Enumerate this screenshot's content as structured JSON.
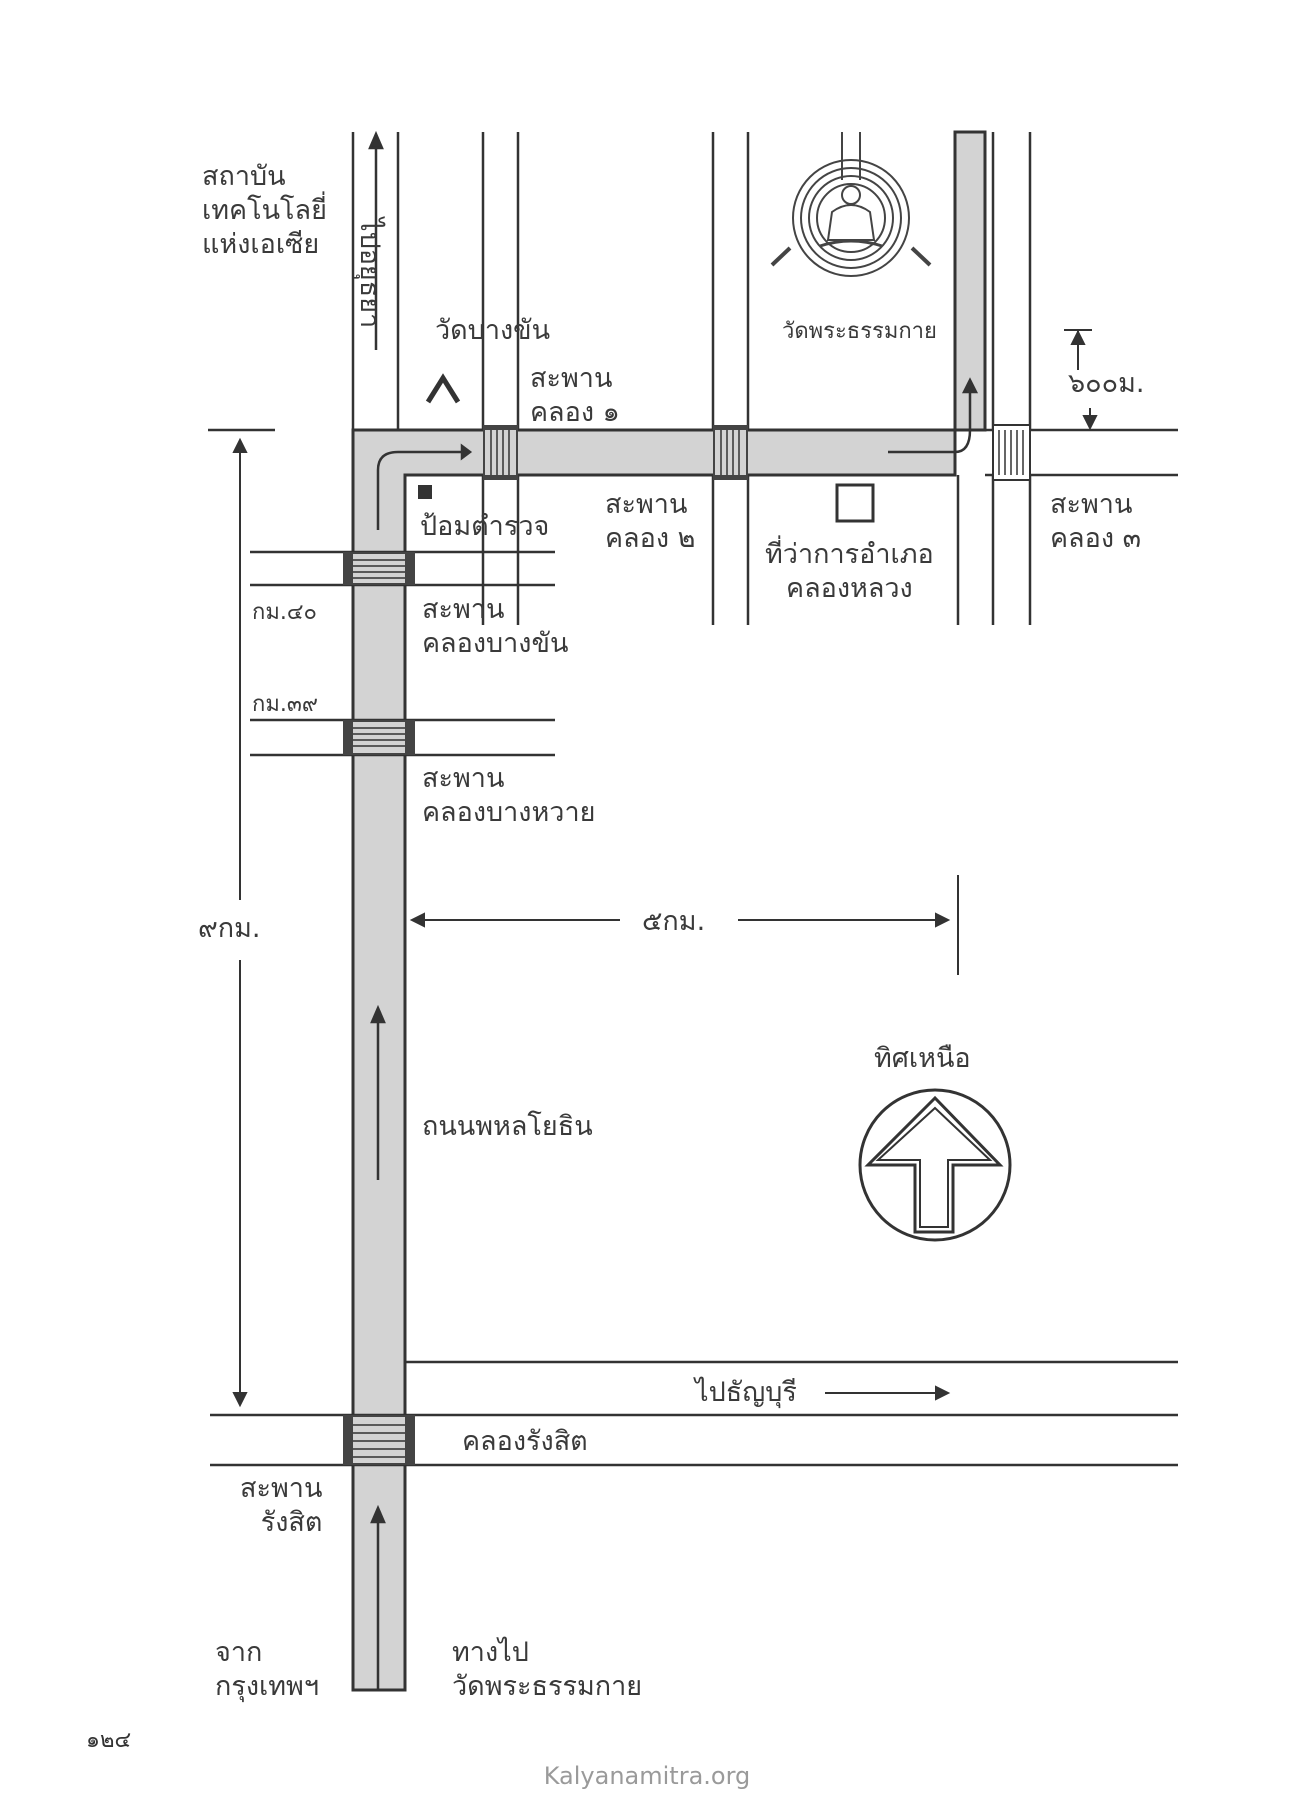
{
  "labels": {
    "ait": "สถาบัน\nเทคโนโลยี่\nแห่งเอเซีย",
    "to_ayutthaya": "ไปอยุธยา",
    "wat_bang_khan": "วัดบางขัน",
    "wat_dhammakaya_top": "วัดพระธรรมกาย",
    "bridge_khlong1": "สะพาน\nคลอง ๑",
    "bridge_khlong2": "สะพาน\nคลอง ๒",
    "bridge_khlong3": "สะพาน\nคลอง ๓",
    "police_box": "ป้อมตำรวจ",
    "district_office": "ที่ว่าการอำเภอ\nคลองหลวง",
    "dist_600m": "๖๐๐ม.",
    "km40": "กม.๔๐",
    "bridge_bang_khan": "สะพาน\nคลองบางขัน",
    "km39": "กม.๓๙",
    "bridge_bang_wai": "สะพาน\nคลองบางหวาย",
    "dist_9km": "๙กม.",
    "dist_5km": "๕กม.",
    "north": "ทิศเหนือ",
    "phahonyothin": "ถนนพหลโยธิน",
    "to_thanyaburi": "ไปธัญบุรี",
    "khlong_rangsit": "คลองรังสิต",
    "bridge_rangsit": "สะพาน\nรังสิต",
    "from_bangkok": "จาก\nกรุงเทพฯ",
    "route_to": "ทางไป\nวัดพระธรรมกาย"
  },
  "page_number": "๑๒๔",
  "footer": "Kalyanamitra.org",
  "colors": {
    "road": "#d3d3d3",
    "ink": "#3a3a3a",
    "footer": "#9a9a9a"
  },
  "icons": [
    "dhammakaya-emblem-icon",
    "north-arrow-icon",
    "temple-roof-icon",
    "police-box-icon",
    "district-office-icon"
  ]
}
